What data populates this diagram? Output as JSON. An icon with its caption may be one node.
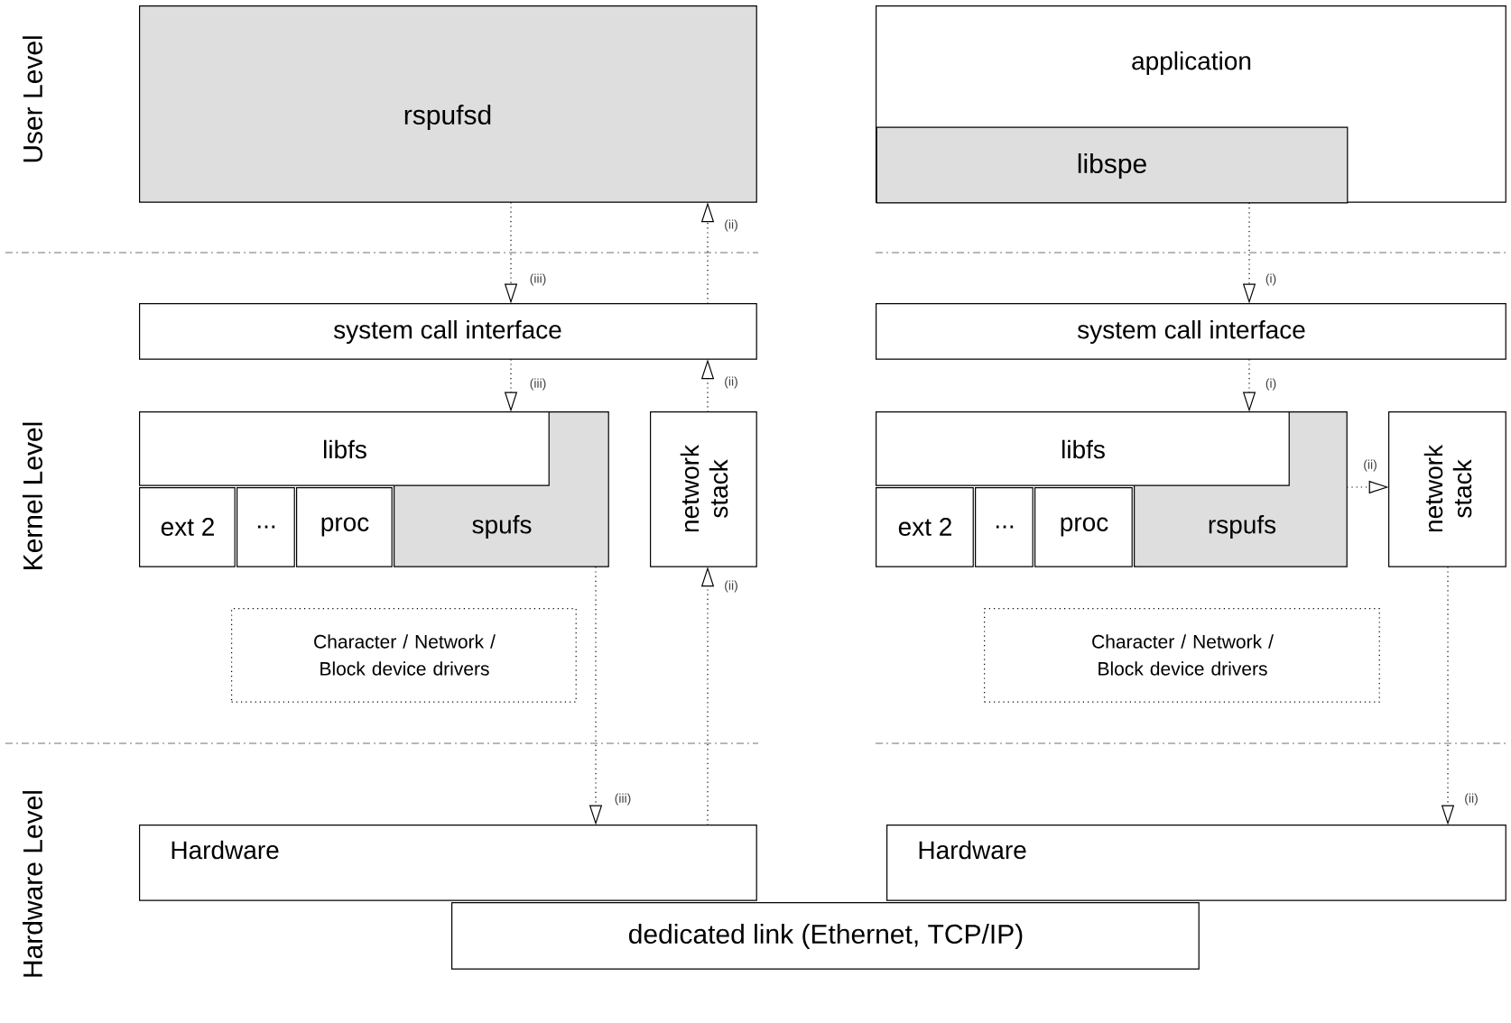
{
  "diagram": {
    "nodes": [
      {
        "text": [
          "rspufsd"
        ]
      },
      {
        "text": [
          "system call interface"
        ]
      },
      {
        "text": [
          "libfs"
        ]
      },
      {
        "text": [
          "ext 2"
        ]
      },
      {
        "text": [
          "..."
        ]
      },
      {
        "text": [
          "proc"
        ]
      },
      {
        "text": [
          "spufs"
        ]
      },
      {
        "text": [
          "network stack"
        ]
      },
      {
        "text": [
          "Character / Network / Block device drivers"
        ]
      },
      {
        "text": [
          "Hardware"
        ]
      },
      {
        "text": [
          "application"
        ]
      },
      {
        "text": [
          "libspe"
        ],
        "in": 10
      },
      {
        "text": [
          "system call interface"
        ]
      },
      {
        "text": [
          "libfs"
        ]
      },
      {
        "text": [
          "ext 2"
        ]
      },
      {
        "text": [
          "..."
        ]
      },
      {
        "text": [
          "proc"
        ]
      },
      {
        "text": [
          "rspufs"
        ]
      },
      {
        "text": [
          "network stack"
        ]
      },
      {
        "text": [
          "Character / Network / Block device drivers"
        ]
      },
      {
        "text": [
          "Hardware"
        ]
      },
      {
        "text": [
          "dedicated link (Ethernet, TCP/IP)"
        ]
      }
    ],
    "edges": [
      {
        "from": 0,
        "to": 1,
        "arrow": "to",
        "label": "(iii)"
      },
      {
        "from": 1,
        "to": 2,
        "arrow": "to",
        "label": "(iii)"
      },
      {
        "from": 6,
        "to": 9,
        "arrow": "to",
        "label": "(iii)"
      },
      {
        "from": 9,
        "to": 7,
        "arrow": "to",
        "label": "(ii)"
      },
      {
        "from": 7,
        "to": 1,
        "arrow": "to",
        "label": "(ii)"
      },
      {
        "from": 1,
        "to": 0,
        "arrow": "to",
        "label": "(ii)"
      },
      {
        "from": 11,
        "to": 12,
        "arrow": "to",
        "label": "(i)"
      },
      {
        "from": 12,
        "to": 13,
        "arrow": "to",
        "label": "(i)"
      },
      {
        "from": 17,
        "to": 18,
        "arrow": "to",
        "label": "(ii)"
      },
      {
        "from": 18,
        "to": 20,
        "arrow": "to",
        "label": "(ii)"
      }
    ],
    "labels": [
      "User Level",
      "Kernel Level",
      "Hardware Level"
    ]
  }
}
